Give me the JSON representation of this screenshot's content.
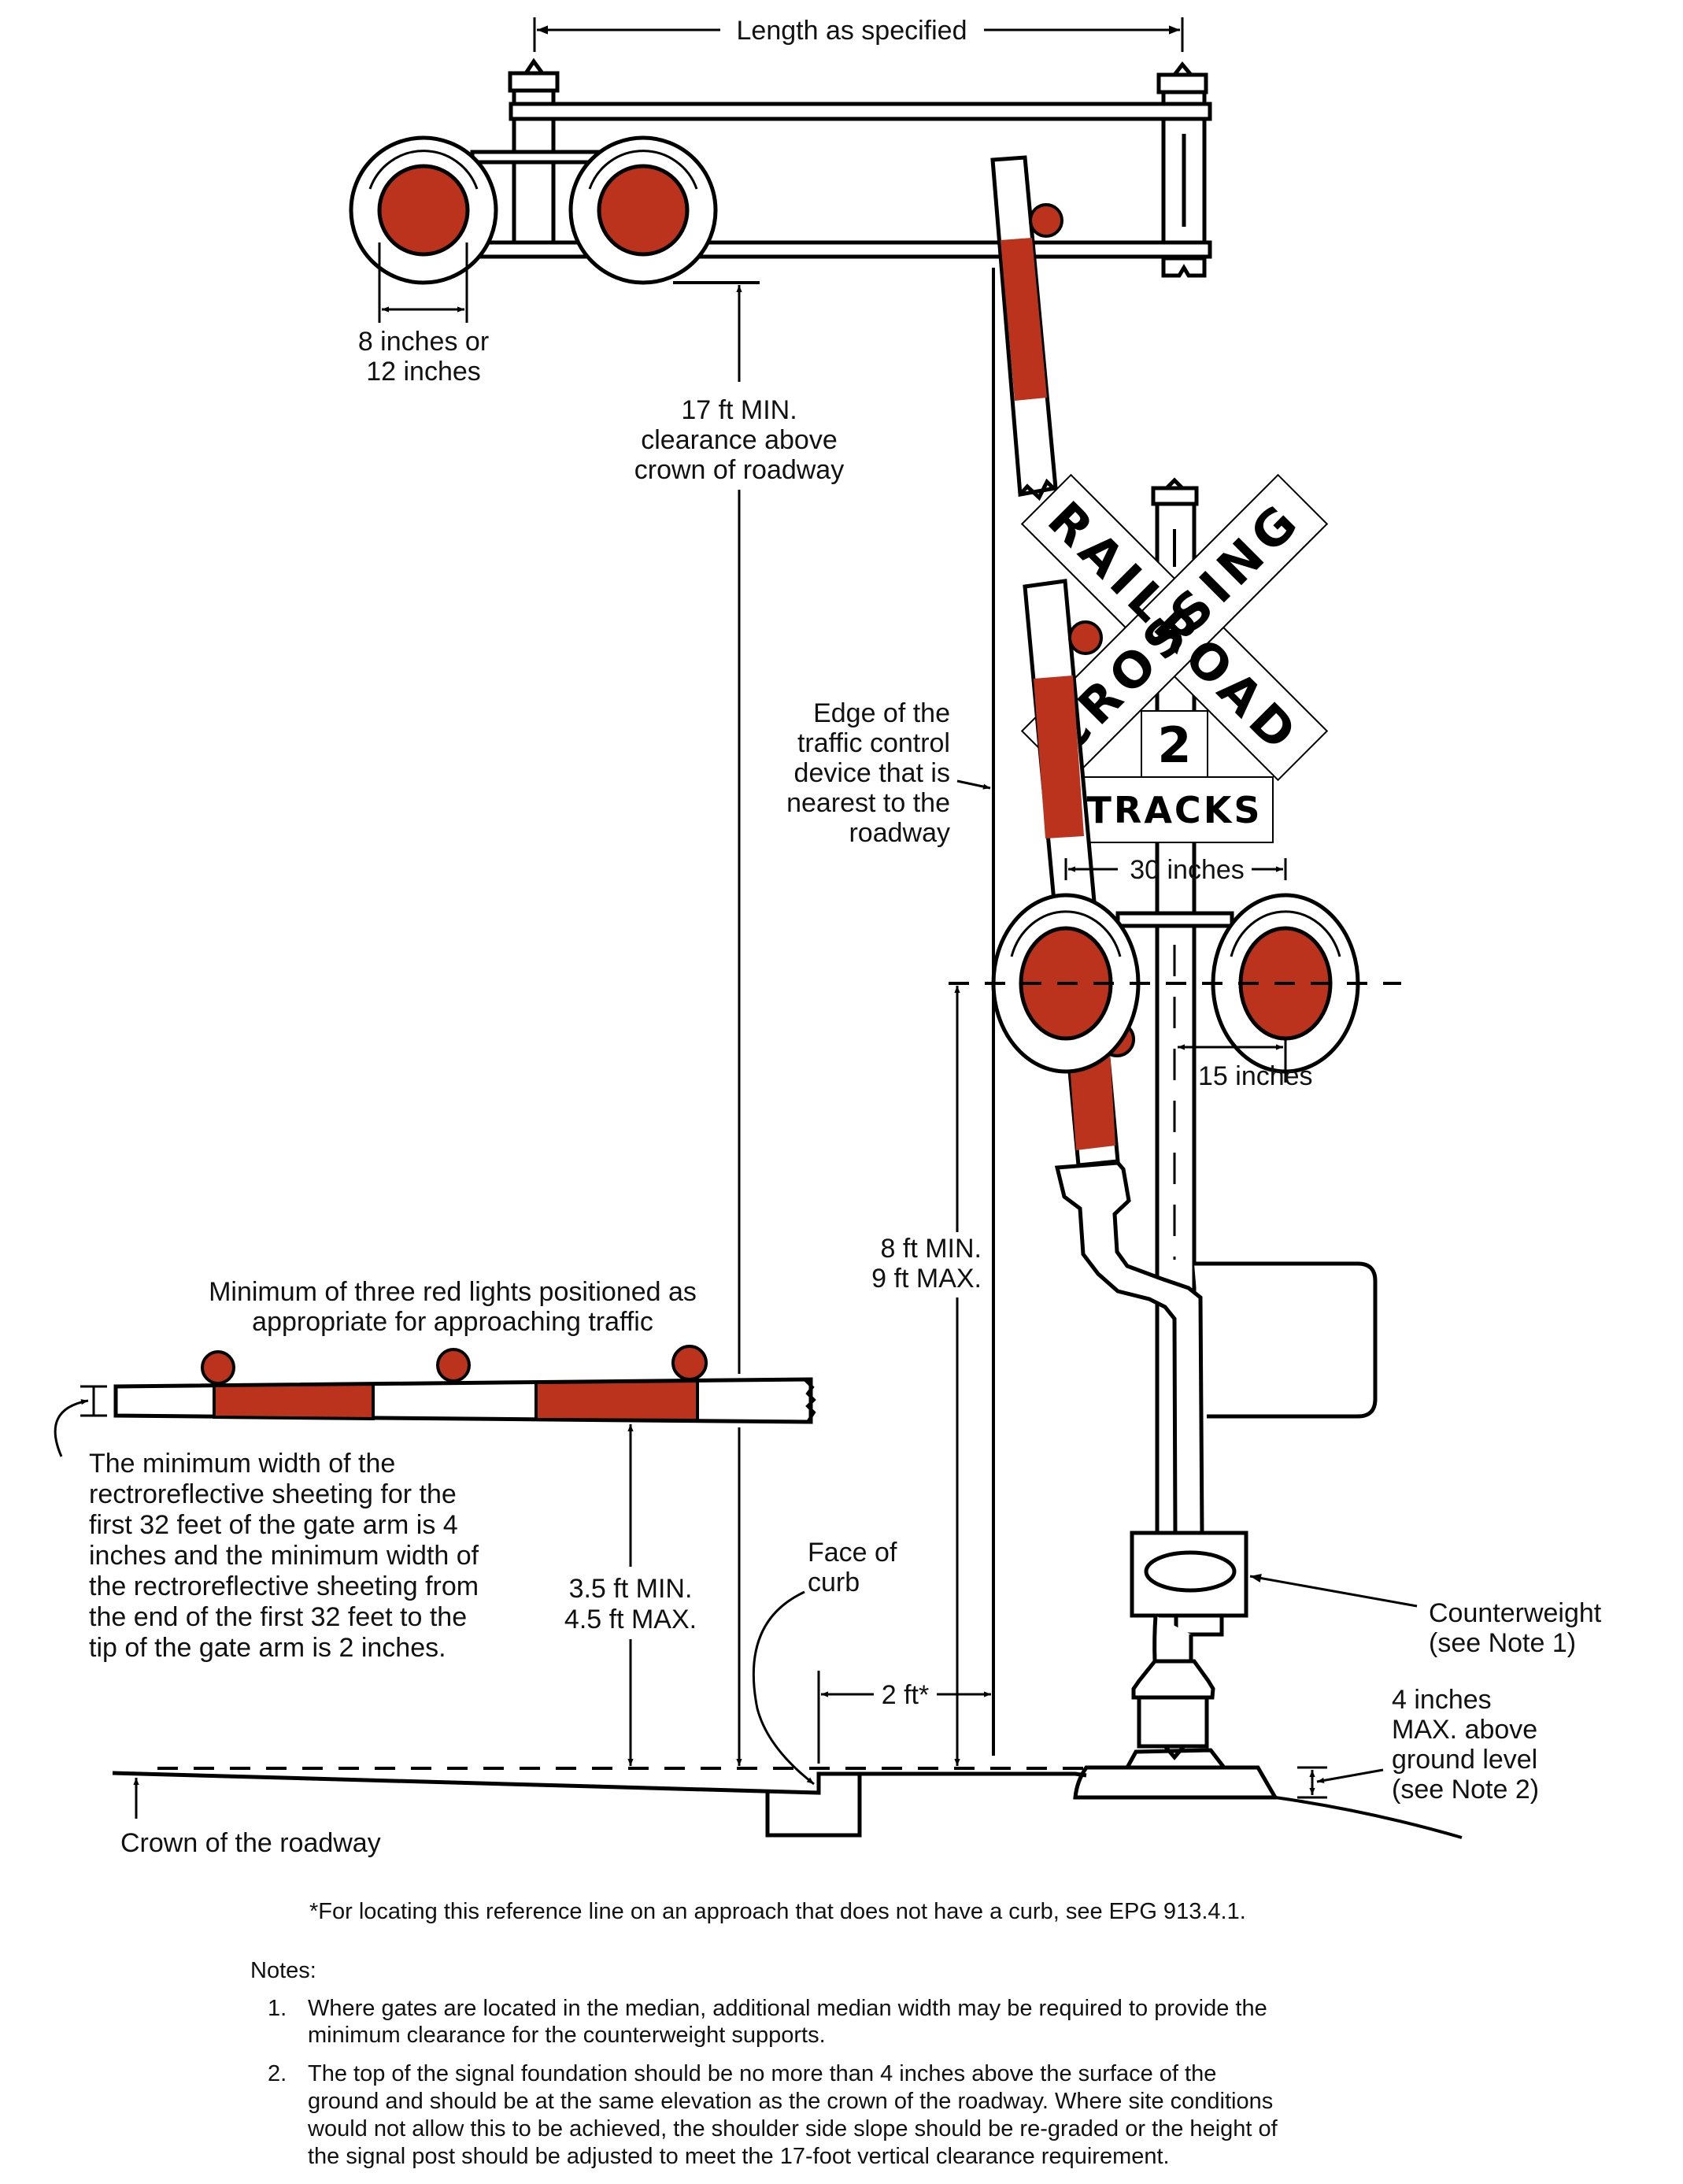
{
  "colors": {
    "signal_red": "#BB321D",
    "line": "#000000",
    "background": "#FFFFFF"
  },
  "labels": {
    "length_as_specified": "Length as specified",
    "lens_size_line1": "8 inches or",
    "lens_size_line2": "12 inches",
    "clearance_line1": "17 ft MIN.",
    "clearance_line2": "clearance above",
    "clearance_line3": "crown of roadway",
    "edge_line1": "Edge of the",
    "edge_line2": "traffic control",
    "edge_line3": "device that is",
    "edge_line4": "nearest to the",
    "edge_line5": "roadway",
    "spacing_30": "30 inches",
    "spacing_15": "15 inches",
    "height_line1": "8 ft MIN.",
    "height_line2": "9 ft MAX.",
    "gate_lights_line1": "Minimum of three red lights positioned as",
    "gate_lights_line2": "appropriate for approaching traffic",
    "sheeting_lines": [
      "The minimum width of the",
      "rectroreflective sheeting for the",
      "first 32 feet of the gate arm is 4",
      "inches and the minimum width of",
      "the rectroreflective sheeting from",
      "the end of the first 32 feet to the",
      "tip of the gate arm is 2 inches."
    ],
    "gate_height_line1": "3.5 ft MIN.",
    "gate_height_line2": "4.5 ft MAX.",
    "curb_line1": "Face of",
    "curb_line2": "curb",
    "offset_2ft": "2 ft*",
    "counterweight_line1": "Counterweight",
    "counterweight_line2": "(see Note 1)",
    "foundation_line1": "4 inches",
    "foundation_line2": "MAX. above",
    "foundation_line3": "ground level",
    "foundation_line4": "(see Note 2)",
    "crown": "Crown of the roadway"
  },
  "sign": {
    "word_left": "RAILROAD",
    "word_right": "CROSSING",
    "number": "2",
    "tracks": "TRACKS"
  },
  "footnote": "*For locating this reference line on an approach that does not have a curb, see EPG 913.4.1.",
  "notes": {
    "heading": "Notes:",
    "items": [
      {
        "number": "1.",
        "lines": [
          "Where gates are located in the median, additional median width may be required to provide the",
          "minimum clearance for the counterweight supports."
        ]
      },
      {
        "number": "2.",
        "lines": [
          "The top of the signal foundation should be no more than 4 inches above the surface of the",
          "ground and should be at the same elevation as the crown of the roadway. Where site conditions",
          "would not allow this to be achieved, the shoulder side slope should be re-graded or the height of",
          "the signal post should be adjusted to meet the 17-foot vertical clearance requirement."
        ]
      }
    ]
  }
}
